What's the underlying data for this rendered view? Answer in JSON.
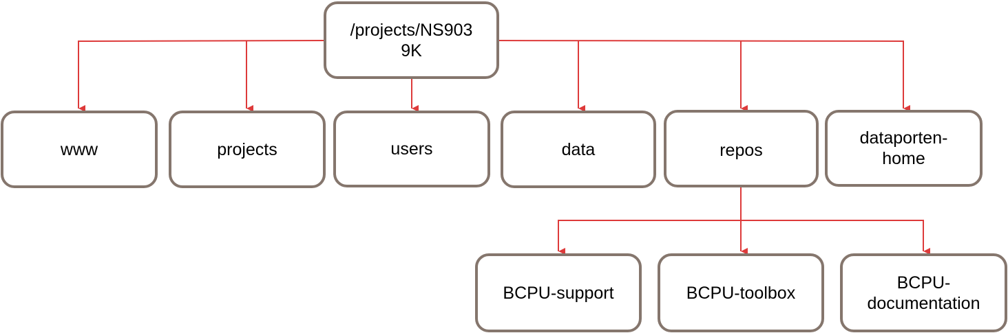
{
  "diagram": {
    "type": "tree",
    "line_color": "#dd3a3a",
    "border_color": "#85766d",
    "nodes": [
      {
        "id": "root",
        "label": "/projects/NS903\n9K",
        "parent": null
      },
      {
        "id": "www",
        "label": "www",
        "parent": "root"
      },
      {
        "id": "projects",
        "label": "projects",
        "parent": "root"
      },
      {
        "id": "users",
        "label": "users",
        "parent": "root"
      },
      {
        "id": "data",
        "label": "data",
        "parent": "root"
      },
      {
        "id": "repos",
        "label": "repos",
        "parent": "root"
      },
      {
        "id": "dataporten-home",
        "label": "dataporten-\nhome",
        "parent": "root"
      },
      {
        "id": "bcpu-support",
        "label": "BCPU-support",
        "parent": "repos"
      },
      {
        "id": "bcpu-toolbox",
        "label": "BCPU-toolbox",
        "parent": "repos"
      },
      {
        "id": "bcpu-documentation",
        "label": "BCPU-\ndocumentation",
        "parent": "repos"
      }
    ]
  }
}
